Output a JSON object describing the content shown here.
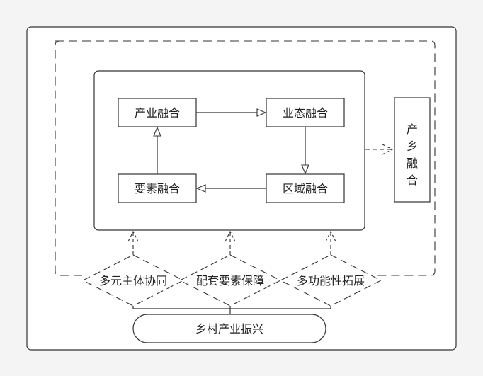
{
  "diagram": {
    "nodes": {
      "industry_fusion": "产业融合",
      "format_fusion": "业态融合",
      "factor_fusion": "要素融合",
      "region_fusion": "区域融合",
      "urban_rural_fusion": [
        "产",
        "乡",
        "融",
        "合"
      ],
      "multi_subject": "多元主体协同",
      "supporting_factors": "配套要素保障",
      "multi_function": "多功能性拓展",
      "rural_revitalization": "乡村产业振兴"
    }
  }
}
